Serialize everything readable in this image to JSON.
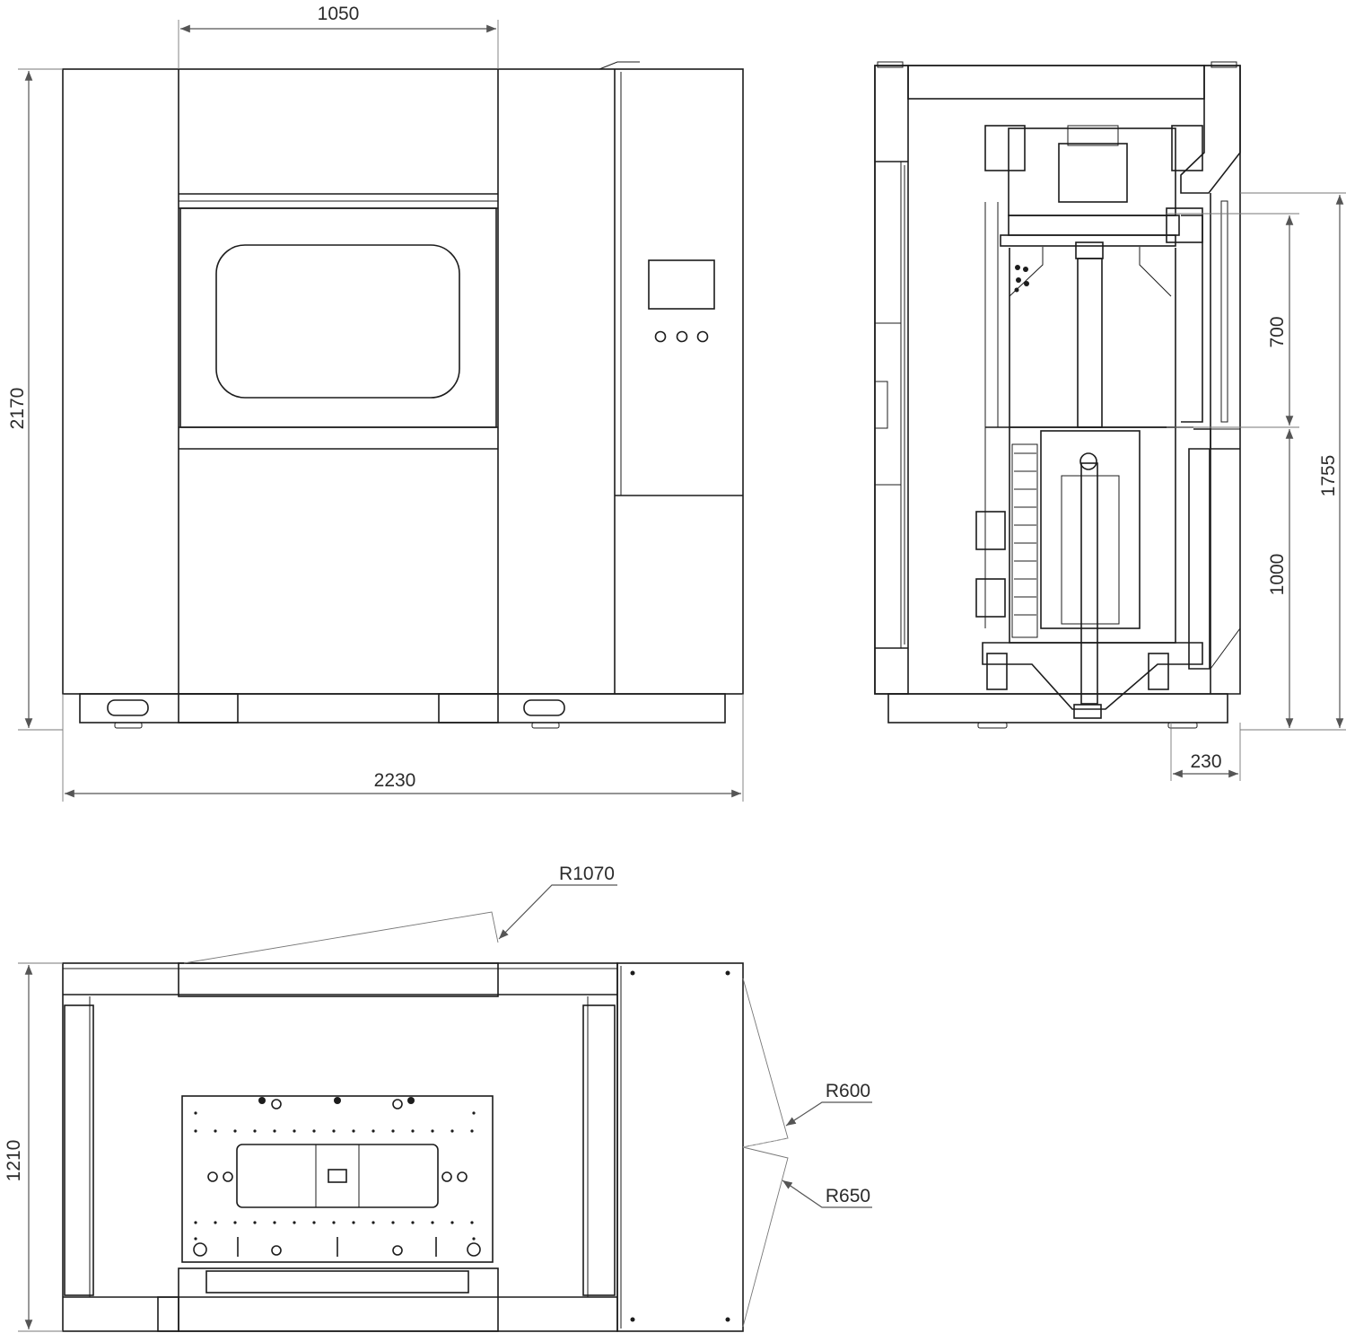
{
  "front_view": {
    "width_label": "2230",
    "height_label": "2170",
    "door_width_label": "1050"
  },
  "side_view": {
    "upper_travel_label": "700",
    "lower_travel_label": "1000",
    "height_label": "1755",
    "foot_offset_label": "230"
  },
  "top_view": {
    "depth_label": "1210",
    "radius_top_label": "R1070",
    "radius_mid_label": "R600",
    "radius_low_label": "R650"
  },
  "colors": {
    "line": "#1c1c1c",
    "dimension": "#555555",
    "background": "#ffffff"
  }
}
